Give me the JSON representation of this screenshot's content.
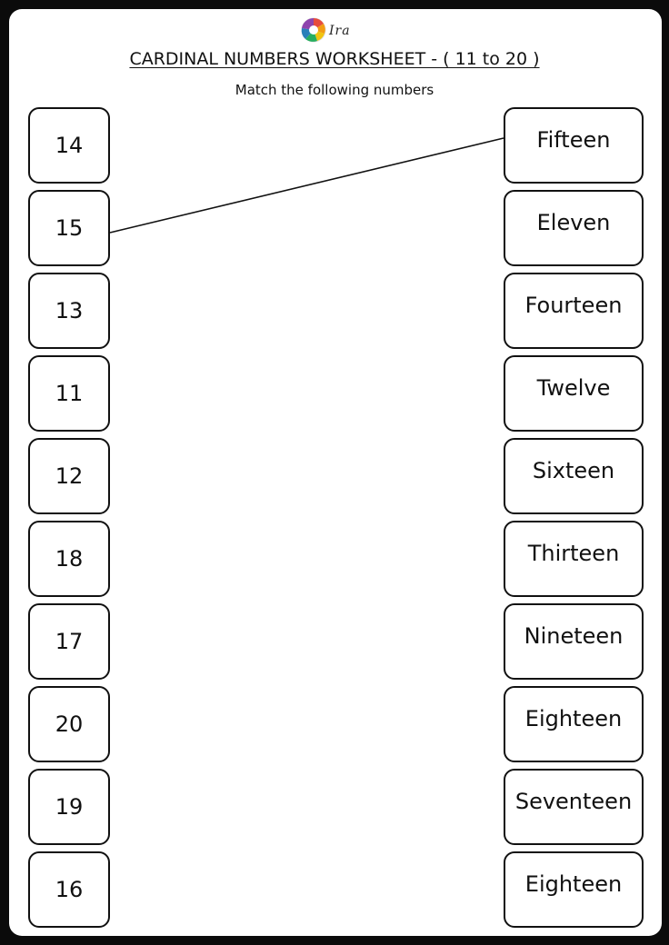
{
  "worksheet": {
    "brand": "Ira",
    "title": "CARDINAL NUMBERS WORKSHEET - ( 11 to 20 )",
    "instruction": "Match the following numbers",
    "numbers": [
      "14",
      "15",
      "13",
      "11",
      "12",
      "18",
      "17",
      "20",
      "19",
      "16"
    ],
    "words": [
      "Fifteen",
      "Eleven",
      "Fourteen",
      "Twelve",
      "Sixteen",
      "Thirteen",
      "Nineteen",
      "Eighteen",
      "Seventeen",
      "Eighteen"
    ],
    "example_match": {
      "number": "15",
      "word": "Fifteen"
    }
  }
}
